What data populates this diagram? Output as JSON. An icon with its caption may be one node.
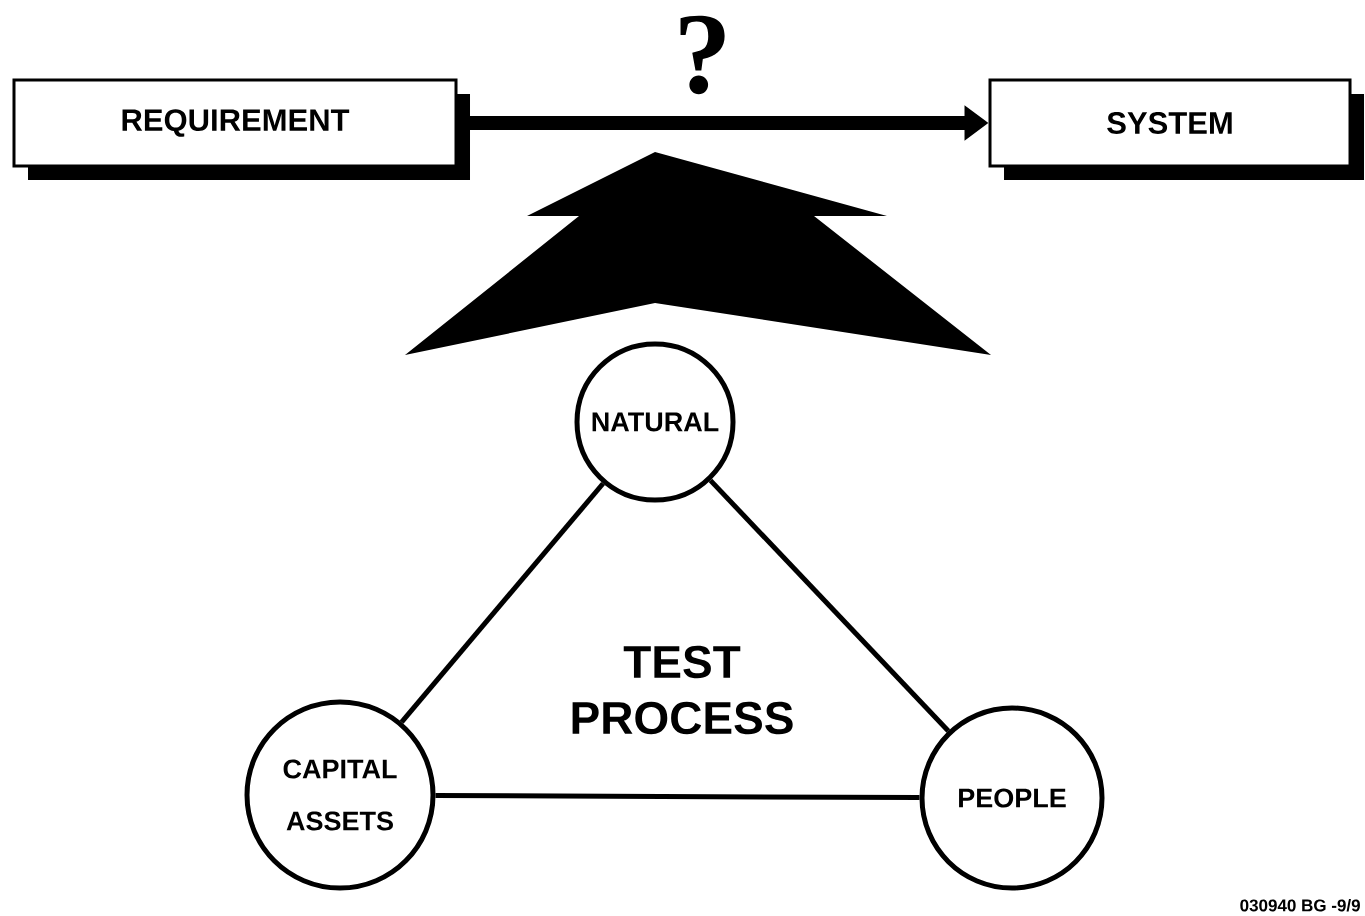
{
  "diagram": {
    "nodes": [
      {
        "text": [
          "REQUIREMENT"
        ]
      },
      {
        "text": [
          "SYSTEM"
        ]
      },
      {
        "text": [
          "NATURAL"
        ]
      },
      {
        "text": [
          "CAPITAL ASSETS"
        ]
      },
      {
        "text": [
          "PEOPLE"
        ]
      }
    ],
    "edges": [
      {
        "from": 0,
        "to": 1,
        "arrow": "to",
        "label": "?",
        "style": "thick"
      },
      {
        "from": 2,
        "to": 3,
        "arrow": "none"
      },
      {
        "from": 2,
        "to": 4,
        "arrow": "none"
      },
      {
        "from": 3,
        "to": 4,
        "arrow": "none"
      }
    ],
    "labels": [
      "TEST PROCESS",
      "030940 BG -9/9"
    ]
  }
}
